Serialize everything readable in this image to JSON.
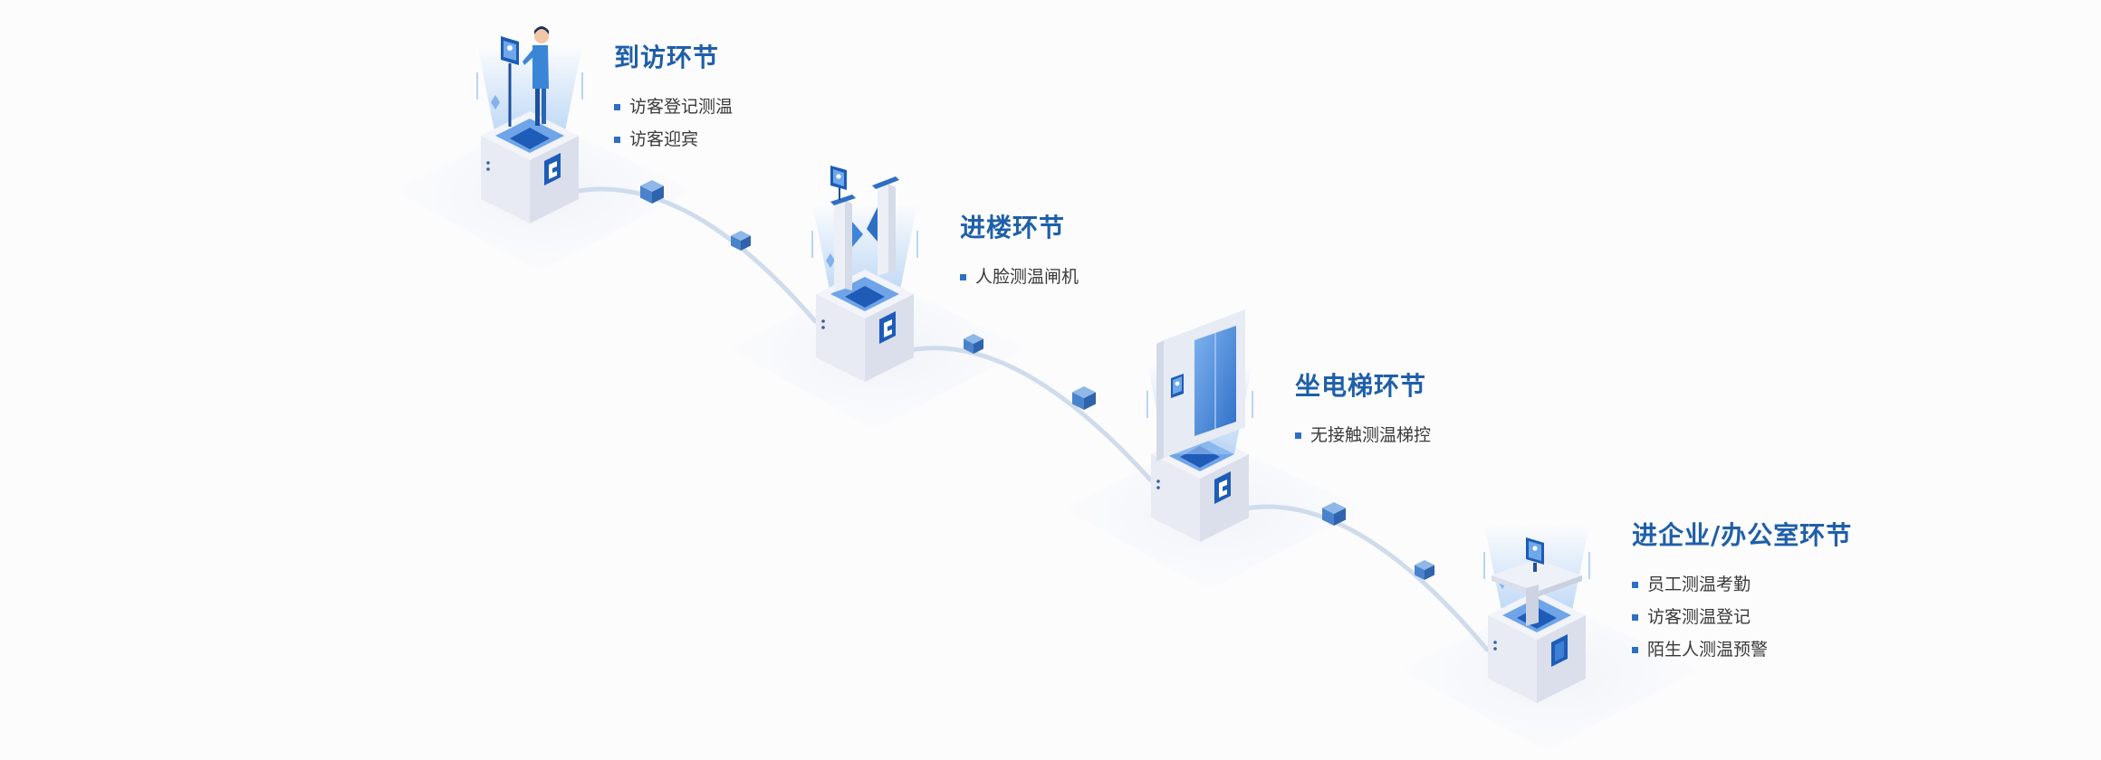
{
  "stages": [
    {
      "title": "到访环节",
      "items": [
        "访客登记测温",
        "访客迎宾"
      ],
      "icon": "visitor-kiosk-icon"
    },
    {
      "title": "进楼环节",
      "items": [
        "人脸测温闸机"
      ],
      "icon": "turnstile-gate-icon"
    },
    {
      "title": "坐电梯环节",
      "items": [
        "无接触测温梯控"
      ],
      "icon": "elevator-icon"
    },
    {
      "title": "进企业/办公室环节",
      "items": [
        "员工测温考勤",
        "访客测温登记",
        "陌生人测温预警"
      ],
      "icon": "reception-desk-icon"
    }
  ],
  "colors": {
    "title": "#1f5fa8",
    "accent": "#2e6fc4",
    "deep_blue": "#1e5cb8",
    "light_blue": "#6fa5e8",
    "pale_blue": "#bcd7f5",
    "box_top": "#f2f4fa",
    "box_left": "#e8ebf3",
    "box_right": "#dadfeb",
    "connector": "#cfdcec"
  }
}
